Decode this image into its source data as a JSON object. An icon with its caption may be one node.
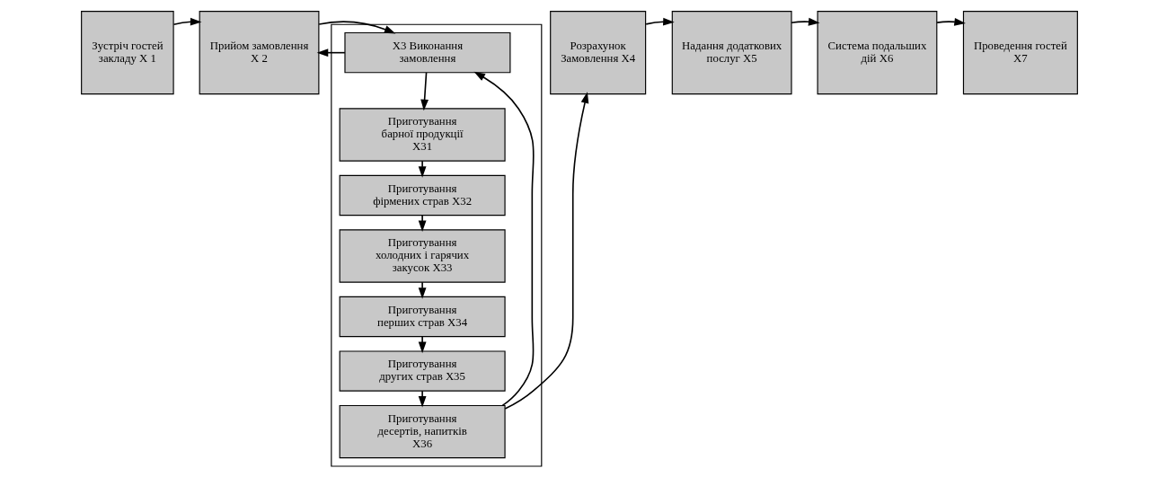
{
  "diagram": {
    "nodes": [
      {
        "text": [
          "Зустріч гостей закладу Х 1"
        ]
      },
      {
        "text": [
          "Прийом замовлення Х 2"
        ]
      },
      {
        "text": [],
        "shape": "box"
      },
      {
        "text": [
          "Х3 Виконання замовлення"
        ],
        "in": 2
      },
      {
        "text": [
          "Приготування барної продукції Х31"
        ],
        "in": 2
      },
      {
        "text": [
          "Приготування фірмених страв Х32"
        ],
        "in": 2
      },
      {
        "text": [
          "Приготування холодних і гарячих закусок Х33"
        ],
        "in": 2
      },
      {
        "text": [
          "Приготування перших страв Х34"
        ],
        "in": 2
      },
      {
        "text": [
          "Приготування других страв Х35"
        ],
        "in": 2
      },
      {
        "text": [
          "Приготування десертів, напитків Х36"
        ],
        "in": 2
      },
      {
        "text": [
          "Розрахунок Замовлення Х4"
        ]
      },
      {
        "text": [
          "Надання додаткових послуг Х5"
        ]
      },
      {
        "text": [
          "Система подальших дій Х6"
        ]
      },
      {
        "text": [
          "Проведення гостей Х7"
        ]
      }
    ],
    "edges": [
      {
        "from": 0,
        "to": 1,
        "arrow": "to"
      },
      {
        "from": 1,
        "to": 3,
        "arrow": "to"
      },
      {
        "from": 3,
        "to": 1,
        "arrow": "to"
      },
      {
        "from": 3,
        "to": 4,
        "arrow": "to"
      },
      {
        "from": 4,
        "to": 5,
        "arrow": "to"
      },
      {
        "from": 5,
        "to": 6,
        "arrow": "to"
      },
      {
        "from": 6,
        "to": 7,
        "arrow": "to"
      },
      {
        "from": 7,
        "to": 8,
        "arrow": "to"
      },
      {
        "from": 8,
        "to": 9,
        "arrow": "to"
      },
      {
        "from": 9,
        "to": 10,
        "arrow": "to"
      },
      {
        "from": 9,
        "to": 3,
        "arrow": "to"
      },
      {
        "from": 10,
        "to": 11,
        "arrow": "to"
      },
      {
        "from": 11,
        "to": 12,
        "arrow": "to"
      },
      {
        "from": 12,
        "to": 13,
        "arrow": "to"
      }
    ]
  }
}
